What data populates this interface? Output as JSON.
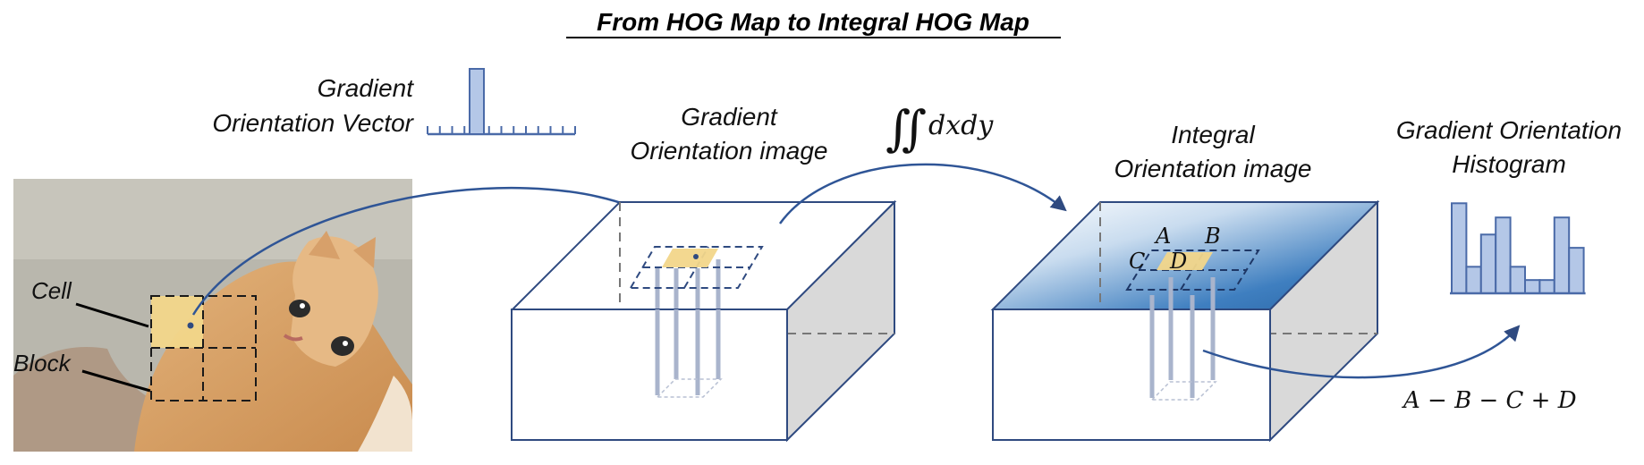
{
  "title": "From HOG Map to Integral HOG Map",
  "labels": {
    "gradient_vector_line1": "Gradient",
    "gradient_vector_line2": "Orientation Vector",
    "gradient_image_line1": "Gradient",
    "gradient_image_line2": "Orientation image",
    "integral_symbol": "∬",
    "integral_expr": "dxdy",
    "integral_image_line1": "Integral",
    "integral_image_line2": "Orientation image",
    "histogram_line1": "Gradient Orientation",
    "histogram_line2": "Histogram",
    "cell": "Cell",
    "block": "Block",
    "corner_a": "A",
    "corner_b": "B",
    "corner_c": "C",
    "corner_d": "D",
    "formula": "A − B − C + D"
  },
  "histogram": {
    "values": [
      0.95,
      0.28,
      0.62,
      0.8,
      0.28,
      0.14,
      0.14,
      0.8,
      0.48
    ]
  },
  "orientation_vector": {
    "bins": 13,
    "active_bin": 4
  },
  "colors": {
    "blue": "#4a6aa8",
    "bar_fill": "#b4c7e7",
    "cell_fill": "#f2d68a",
    "box_edge": "#2f4a80",
    "side_gray": "#d9d9d9",
    "integral_top_dark": "#2e6fb0"
  }
}
